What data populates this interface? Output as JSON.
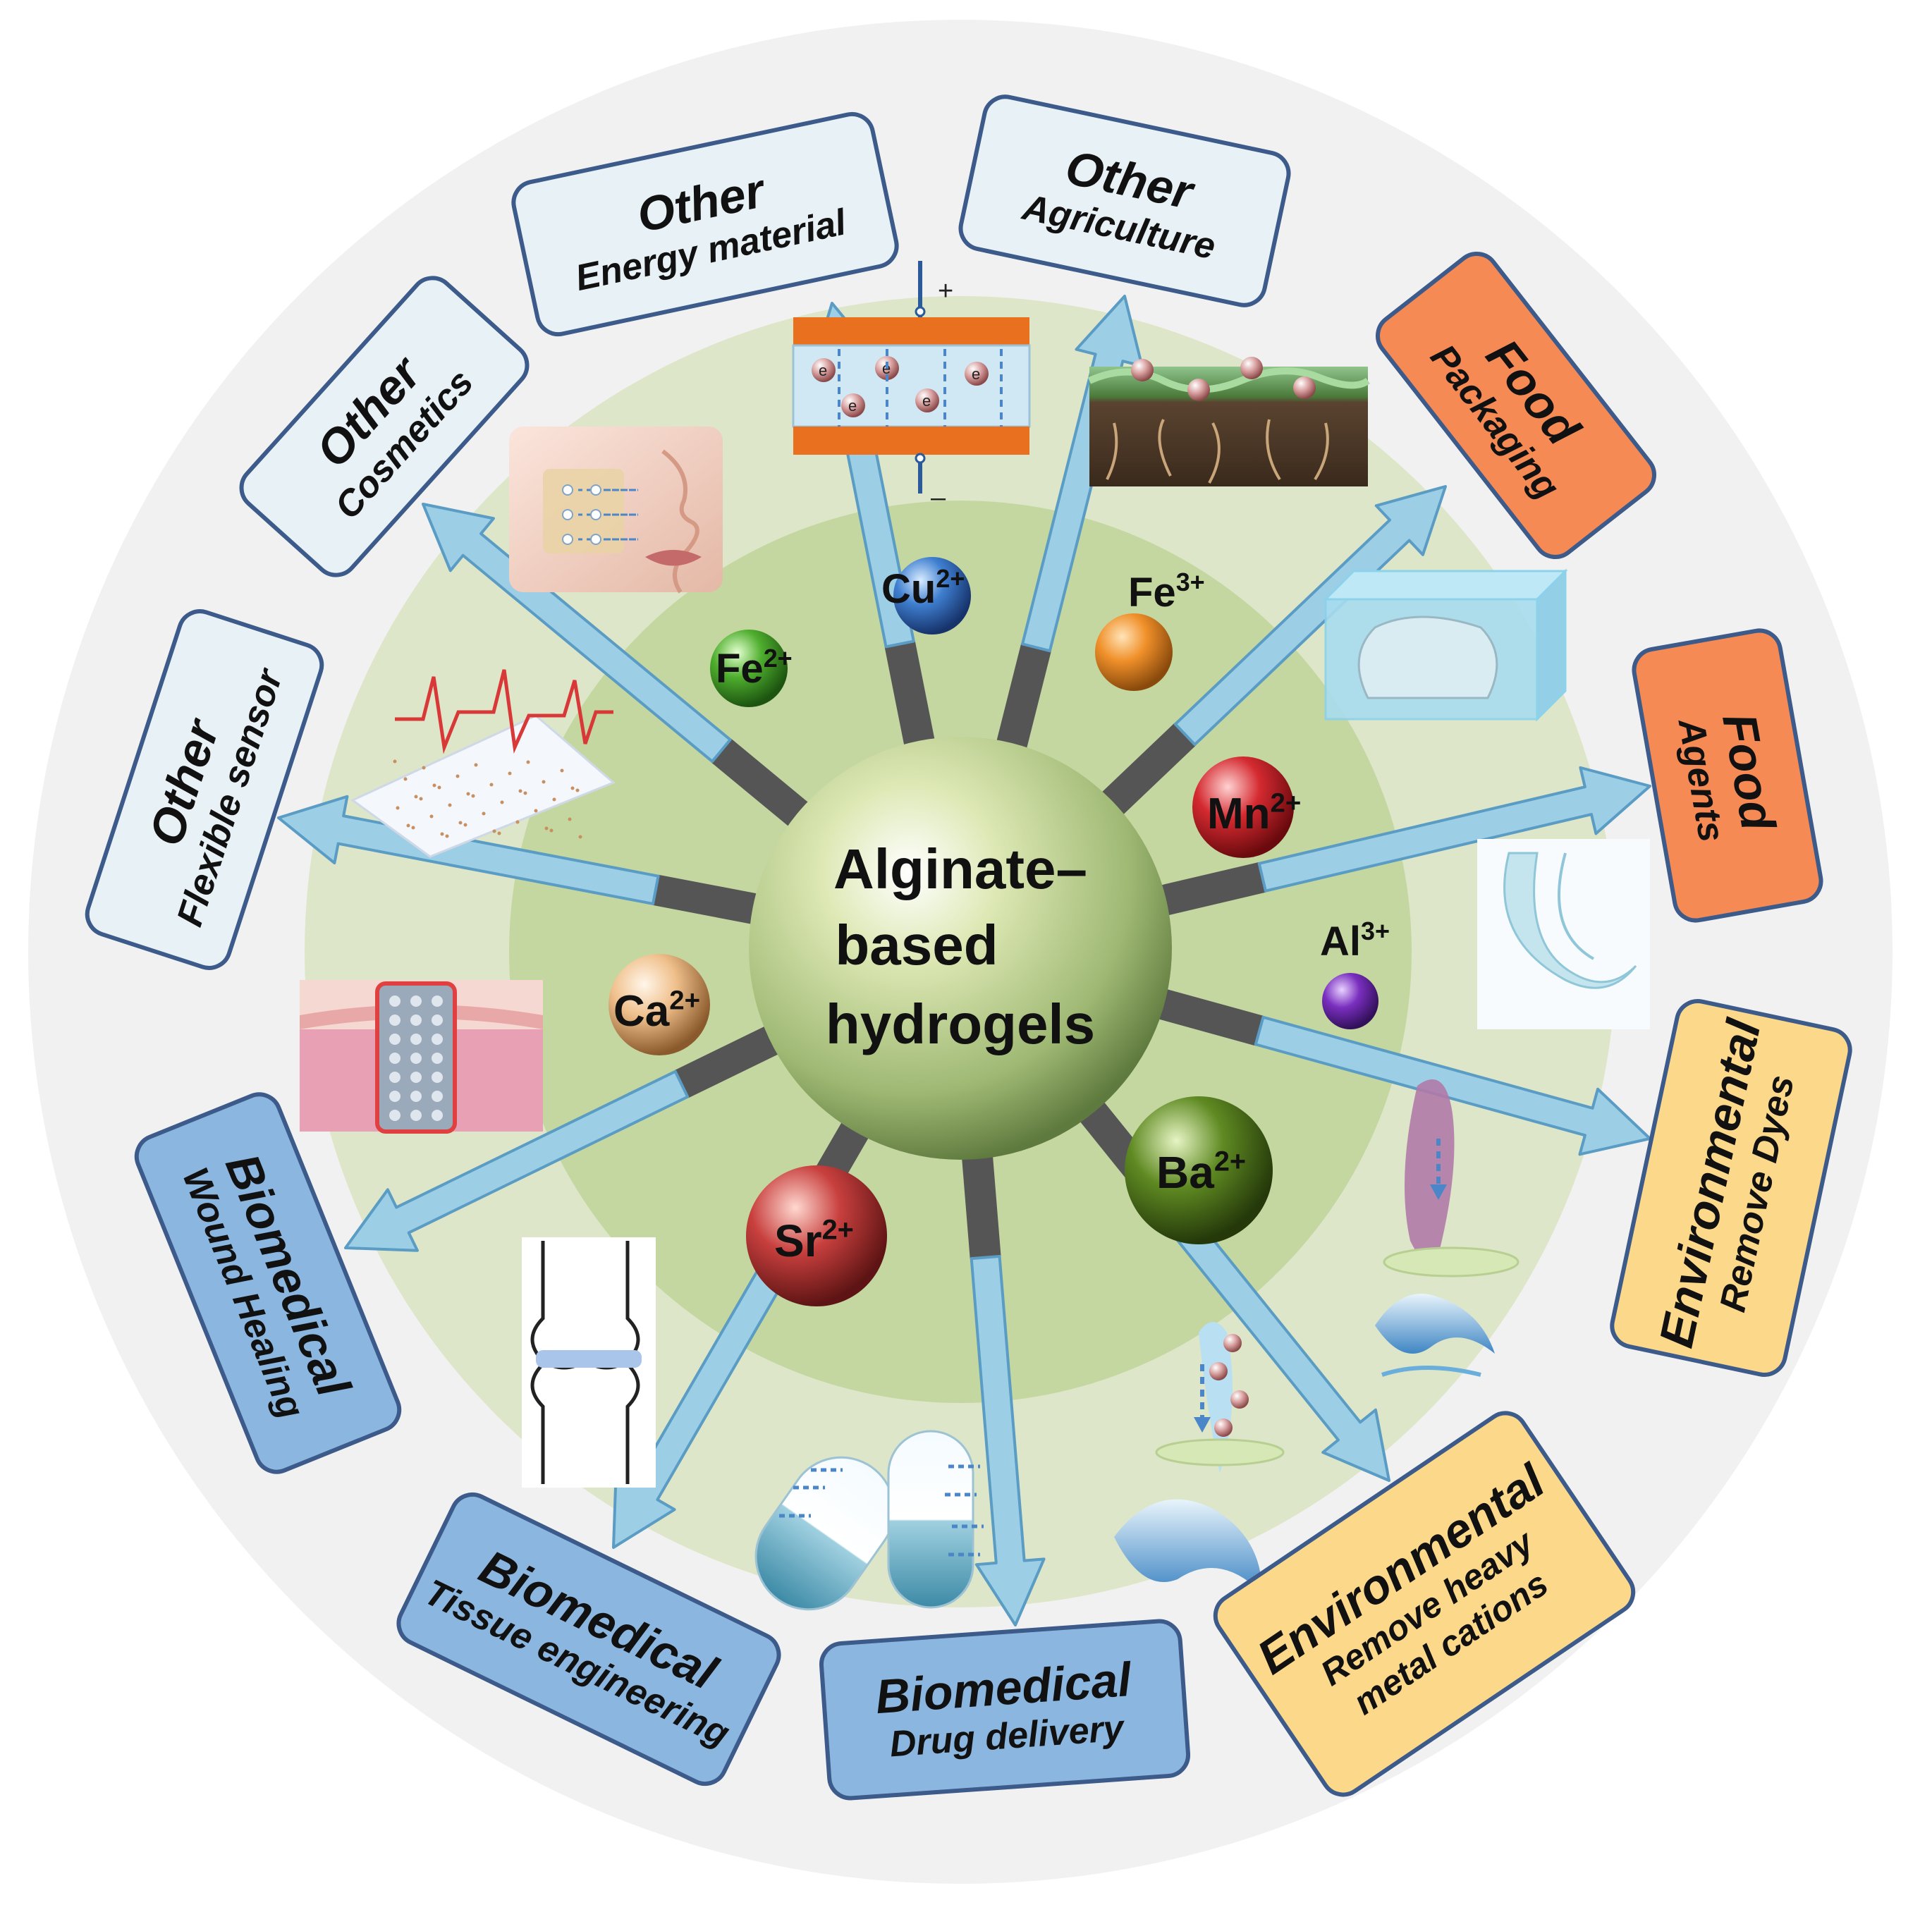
{
  "center": {
    "lines": [
      "Alginate–",
      "based",
      "hydrogels"
    ]
  },
  "ions": [
    {
      "id": "cu",
      "symbol": "Cu",
      "charge": "2+",
      "color": "#3f7fd0"
    },
    {
      "id": "fe3",
      "symbol": "Fe",
      "charge": "3+",
      "color": "#f0902a"
    },
    {
      "id": "fe2",
      "symbol": "Fe",
      "charge": "2+",
      "color": "#4fae2e"
    },
    {
      "id": "mn",
      "symbol": "Mn",
      "charge": "2+",
      "color": "#d42a30"
    },
    {
      "id": "al",
      "symbol": "Al",
      "charge": "3+",
      "color": "#7a2fbf"
    },
    {
      "id": "ca",
      "symbol": "Ca",
      "charge": "2+",
      "color": "#f0c08c"
    },
    {
      "id": "ba",
      "symbol": "Ba",
      "charge": "2+",
      "color": "#5f8a22"
    },
    {
      "id": "sr",
      "symbol": "Sr",
      "charge": "2+",
      "color": "#c8403e"
    }
  ],
  "applications": [
    {
      "id": "energy",
      "category": "Other",
      "lines": [
        "Energy material"
      ]
    },
    {
      "id": "agriculture",
      "category": "Other",
      "lines": [
        "Agriculture"
      ]
    },
    {
      "id": "cosmetics",
      "category": "Other",
      "lines": [
        "Cosmetics"
      ]
    },
    {
      "id": "packaging",
      "category": "Food",
      "lines": [
        "Packaging"
      ]
    },
    {
      "id": "sensor",
      "category": "Other",
      "lines": [
        "Flexible sensor"
      ]
    },
    {
      "id": "agents",
      "category": "Food",
      "lines": [
        "Agents"
      ]
    },
    {
      "id": "dyes",
      "category": "Environmental",
      "lines": [
        "Remove Dyes"
      ]
    },
    {
      "id": "wound",
      "category": "Biomedical",
      "lines": [
        "Wound Healing"
      ]
    },
    {
      "id": "tissue",
      "category": "Biomedical",
      "lines": [
        "Tissue engineering"
      ]
    },
    {
      "id": "drug",
      "category": "Biomedical",
      "lines": [
        "Drug delivery"
      ]
    },
    {
      "id": "metals",
      "category": "Environmental",
      "lines": [
        "Remove heavy",
        "metal cations"
      ]
    }
  ],
  "battery": {
    "plus": "+",
    "minus": "–",
    "electron": "e"
  },
  "colors": {
    "other_box": "#e8f1f6",
    "other_border": "#3c5a8a",
    "food_box": "#f58a55",
    "env_box": "#fcd98a",
    "bio_box": "#8bb6df",
    "arrow_fill": "#9ccfe6",
    "arrow_stroke": "#5a9cc4",
    "connector": "#555555",
    "outer_ring": "#f1f1f1",
    "mid_ring": "#dde6c8",
    "inner_ring": "#c4d7a0"
  }
}
